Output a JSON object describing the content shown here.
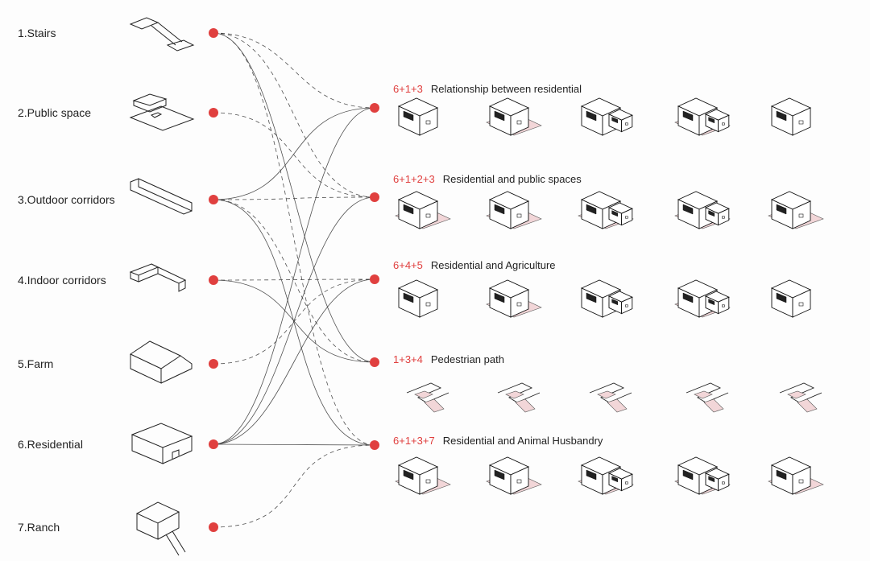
{
  "elements": [
    {
      "label": "1.Stairs",
      "icon": "stairs-icon"
    },
    {
      "label": "2.Public space",
      "icon": "public-space-icon"
    },
    {
      "label": "3.Outdoor corridors",
      "icon": "outdoor-corridor-icon"
    },
    {
      "label": "4.Indoor corridors",
      "icon": "indoor-corridor-icon"
    },
    {
      "label": "5.Farm",
      "icon": "farm-icon"
    },
    {
      "label": "6.Residential",
      "icon": "residential-icon"
    },
    {
      "label": "7.Ranch",
      "icon": "ranch-icon"
    }
  ],
  "groups": [
    {
      "code": "6+1+3",
      "title": "Relationship between residential",
      "members": [
        6,
        1,
        3
      ],
      "variants": 5
    },
    {
      "code": "6+1+2+3",
      "title": "Residential and public spaces",
      "members": [
        6,
        1,
        2,
        3
      ],
      "variants": 5
    },
    {
      "code": "6+4+5",
      "title": "Residential and Agriculture",
      "members": [
        6,
        4,
        5
      ],
      "variants": 5
    },
    {
      "code": "1+3+4",
      "title": "Pedestrian path",
      "members": [
        1,
        3,
        4
      ],
      "variants": 5
    },
    {
      "code": "6+1+3+7",
      "title": "Residential and Animal Husbandry",
      "members": [
        6,
        1,
        3,
        7
      ],
      "variants": 5
    }
  ],
  "colors": {
    "node": "#e0403f",
    "line": "#333333",
    "highlight": "#f2d6d8",
    "code_text": "#e0403f"
  }
}
